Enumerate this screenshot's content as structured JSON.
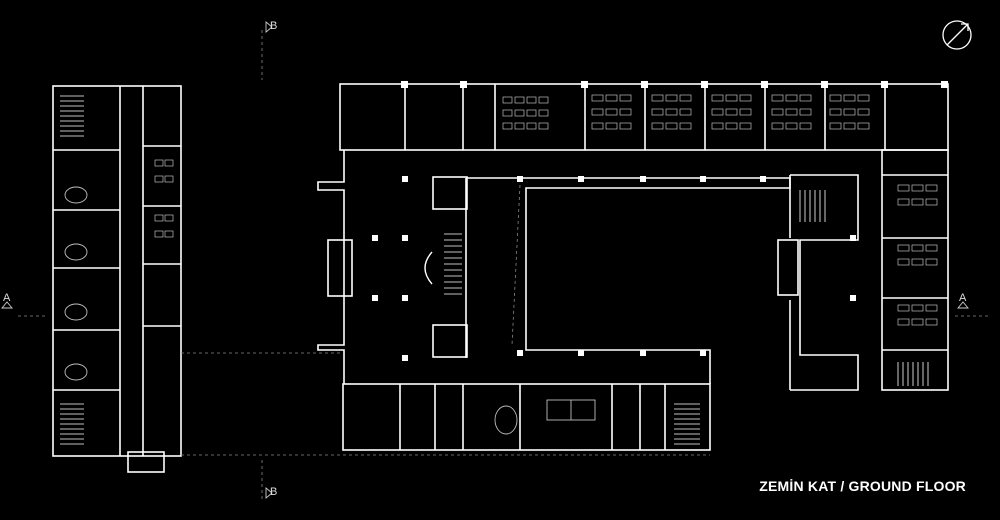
{
  "drawing": {
    "title": "ZEMİN KAT / GROUND FLOOR",
    "section_markers": {
      "b_top": "B",
      "b_bottom": "B",
      "a_left": "A",
      "a_right": "A"
    },
    "north_arrow": "north-arrow-icon",
    "colors": {
      "background": "#000000",
      "wall": "#ffffff",
      "furniture": "#bdbdbd",
      "dashed_axis": "#888888"
    }
  }
}
